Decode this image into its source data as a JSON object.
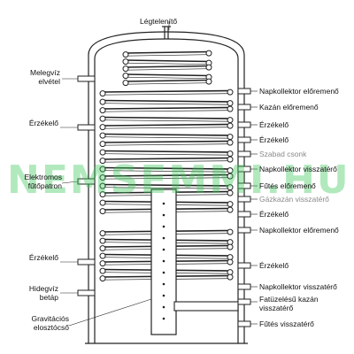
{
  "watermark": "NEMSEMMI.HU",
  "top_label": "Légtelenítő",
  "left_labels": {
    "hot_water_outlet": "Melegvíz\nelvétel",
    "sensor_1": "Érzékelő",
    "heating_element": "Elektromos\nfűtőpatron",
    "sensor_2": "Érzékelő",
    "cold_water_inlet": "Hidegvíz\nbetáp",
    "gravity_pipe": "Gravitációs\nelosztócső"
  },
  "right_labels": [
    {
      "text": "Napkollektor előremenő",
      "muted": false
    },
    {
      "text": "Kazán előremenő",
      "muted": false
    },
    {
      "text": "Érzékelő",
      "muted": false
    },
    {
      "text": "Érzékelő",
      "muted": false
    },
    {
      "text": "Szabad csonk",
      "muted": true
    },
    {
      "text": "Napkollektor visszatérő",
      "muted": false
    },
    {
      "text": "Fűtés előremenő",
      "muted": false
    },
    {
      "text": "Gázkazán visszatérő",
      "muted": true
    },
    {
      "text": "Érzékelő",
      "muted": false
    },
    {
      "text": "Napkollektor előremenő",
      "muted": false
    },
    {
      "text": "Érzékelő",
      "muted": false
    },
    {
      "text": "Napkollektor visszatérő",
      "muted": false
    },
    {
      "text": "Fatüzelésű kazán\nvisszatérő",
      "muted": false
    },
    {
      "text": "Fűtés visszatérő",
      "muted": false
    }
  ]
}
